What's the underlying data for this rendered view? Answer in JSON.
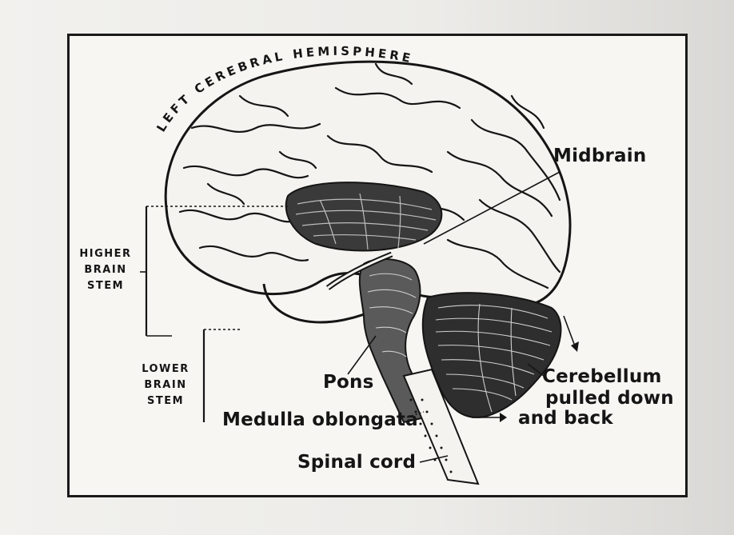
{
  "figure": {
    "arc_title": "LEFT CEREBRAL HEMISPHERE",
    "labels": {
      "midbrain": "Midbrain",
      "higher_brain_stem": "HIGHER BRAIN STEM",
      "lower_brain_stem": "LOWER BRAIN STEM",
      "pons": "Pons",
      "medulla": "Medulla oblongata",
      "cerebellum_line1": "Cerebellum",
      "cerebellum_line2": "pulled down",
      "cerebellum_line3": "and back",
      "spinal_cord": "Spinal cord"
    }
  },
  "colors": {
    "ink": "#151515",
    "paper": "#f7f6f3",
    "page": "#eeecea"
  }
}
